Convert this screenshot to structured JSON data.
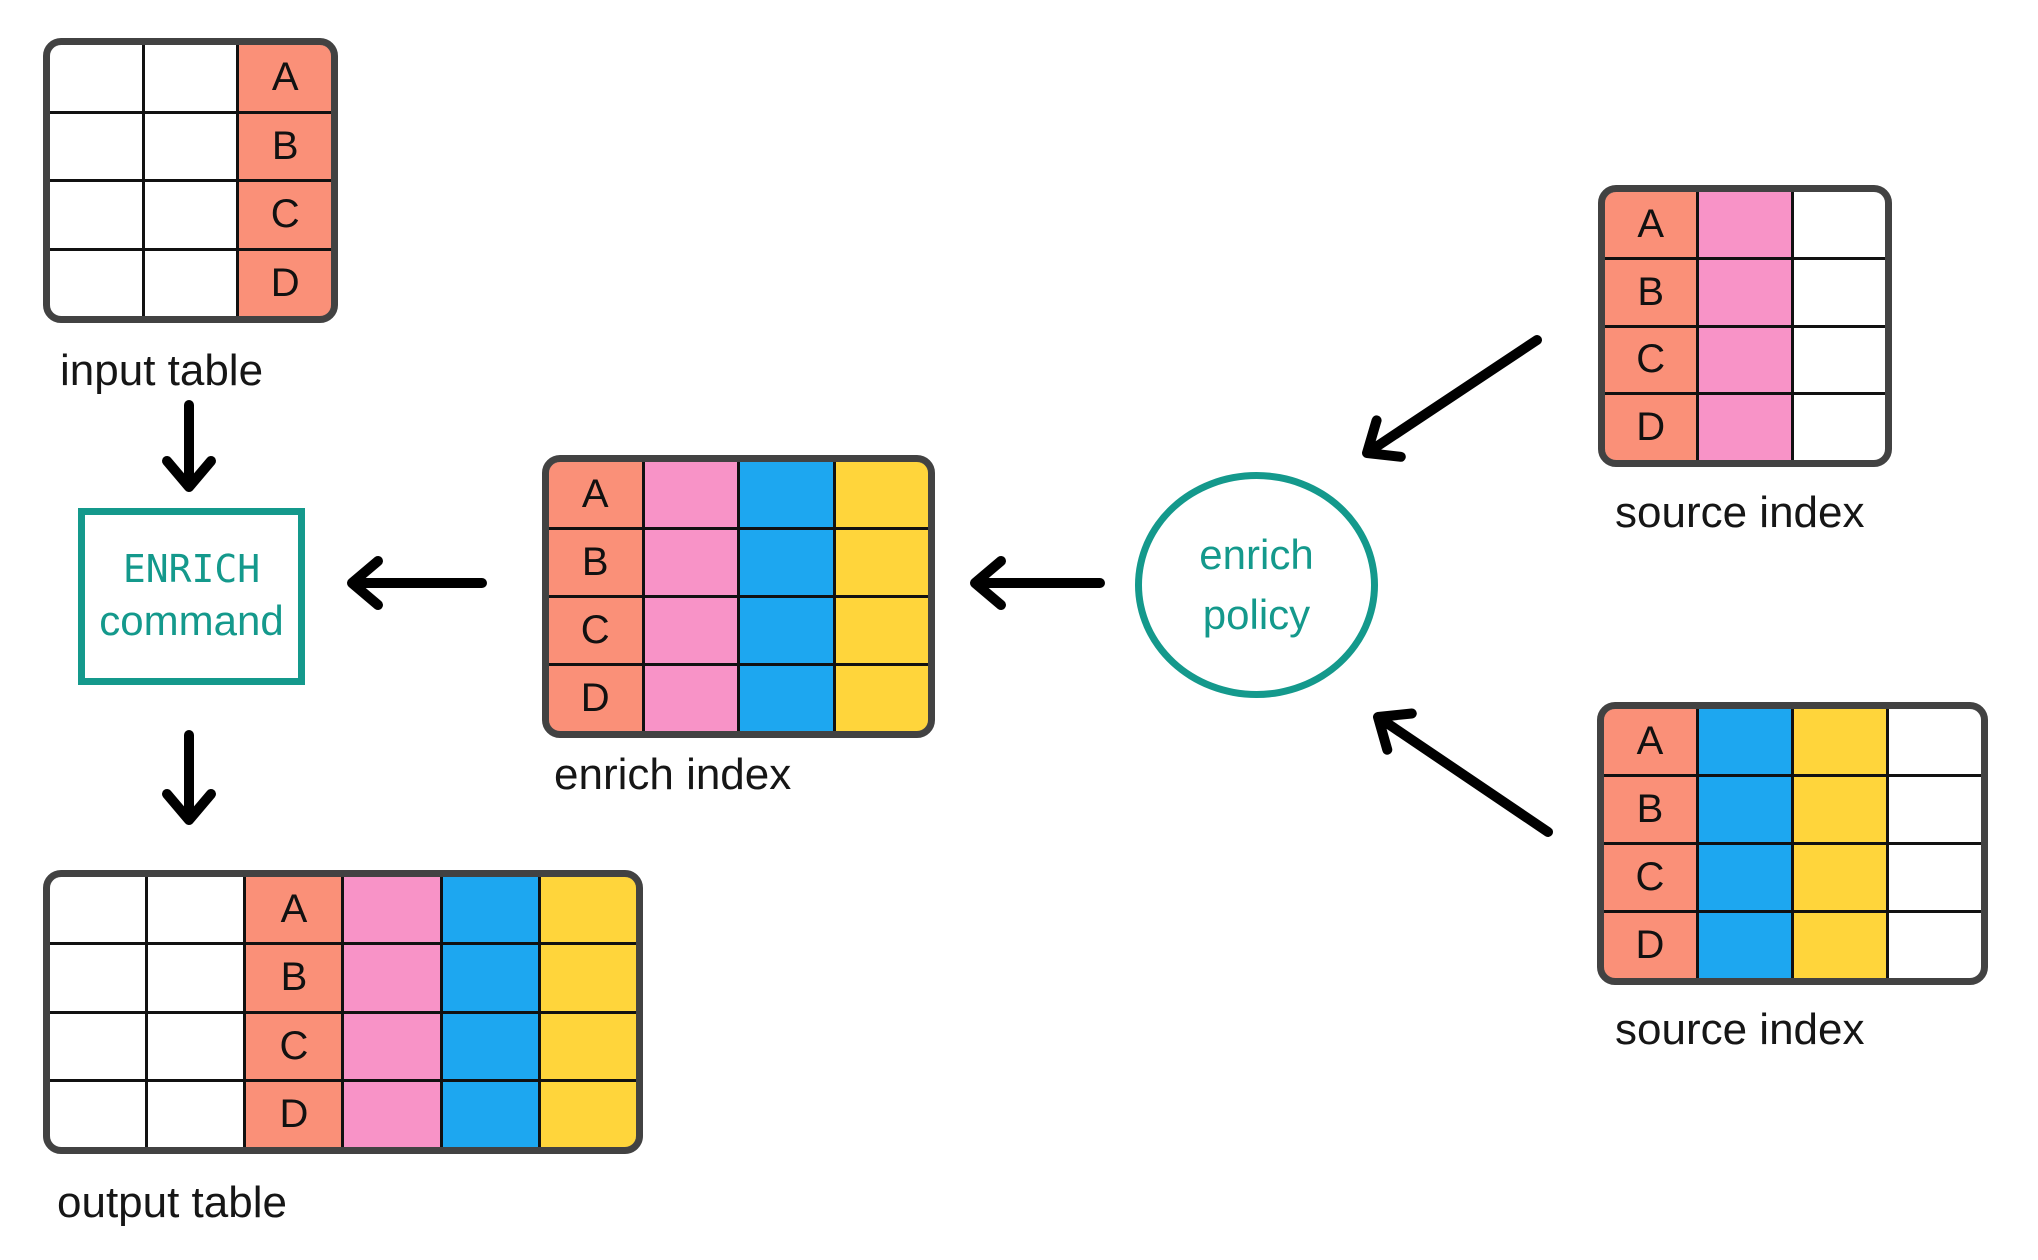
{
  "colors": {
    "salmon": "#FA9078",
    "pink": "#F893C7",
    "blue": "#1DA7F0",
    "yellow": "#FFD53B",
    "white": "#FFFFFF",
    "teal": "#14998C",
    "border": "#424242",
    "grid_line": "#111111",
    "arrow": "#000000"
  },
  "row_letters": [
    "A",
    "B",
    "C",
    "D"
  ],
  "tables": {
    "input_table": {
      "label": "input table",
      "columns": [
        "white",
        "white",
        "salmon"
      ],
      "letter_column": 2
    },
    "enrich_index": {
      "label": "enrich index",
      "columns": [
        "salmon",
        "pink",
        "blue",
        "yellow"
      ],
      "letter_column": 0
    },
    "source_index_top": {
      "label": "source index",
      "columns": [
        "salmon",
        "pink",
        "white"
      ],
      "letter_column": 0
    },
    "source_index_bottom": {
      "label": "source index",
      "columns": [
        "salmon",
        "blue",
        "yellow",
        "white"
      ],
      "letter_column": 0
    },
    "output_table": {
      "label": "output table",
      "columns": [
        "white",
        "white",
        "salmon",
        "pink",
        "blue",
        "yellow"
      ],
      "letter_column": 2
    }
  },
  "nodes": {
    "enrich_command": {
      "line1": "ENRICH",
      "line2": "command"
    },
    "enrich_policy": {
      "line1": "enrich",
      "line2": "policy"
    }
  },
  "arrows": [
    {
      "from": "input table",
      "to": "ENRICH command"
    },
    {
      "from": "enrich index",
      "to": "ENRICH command"
    },
    {
      "from": "enrich policy",
      "to": "enrich index"
    },
    {
      "from": "source index (top)",
      "to": "enrich policy"
    },
    {
      "from": "source index (bottom)",
      "to": "enrich policy"
    },
    {
      "from": "ENRICH command",
      "to": "output table"
    }
  ]
}
